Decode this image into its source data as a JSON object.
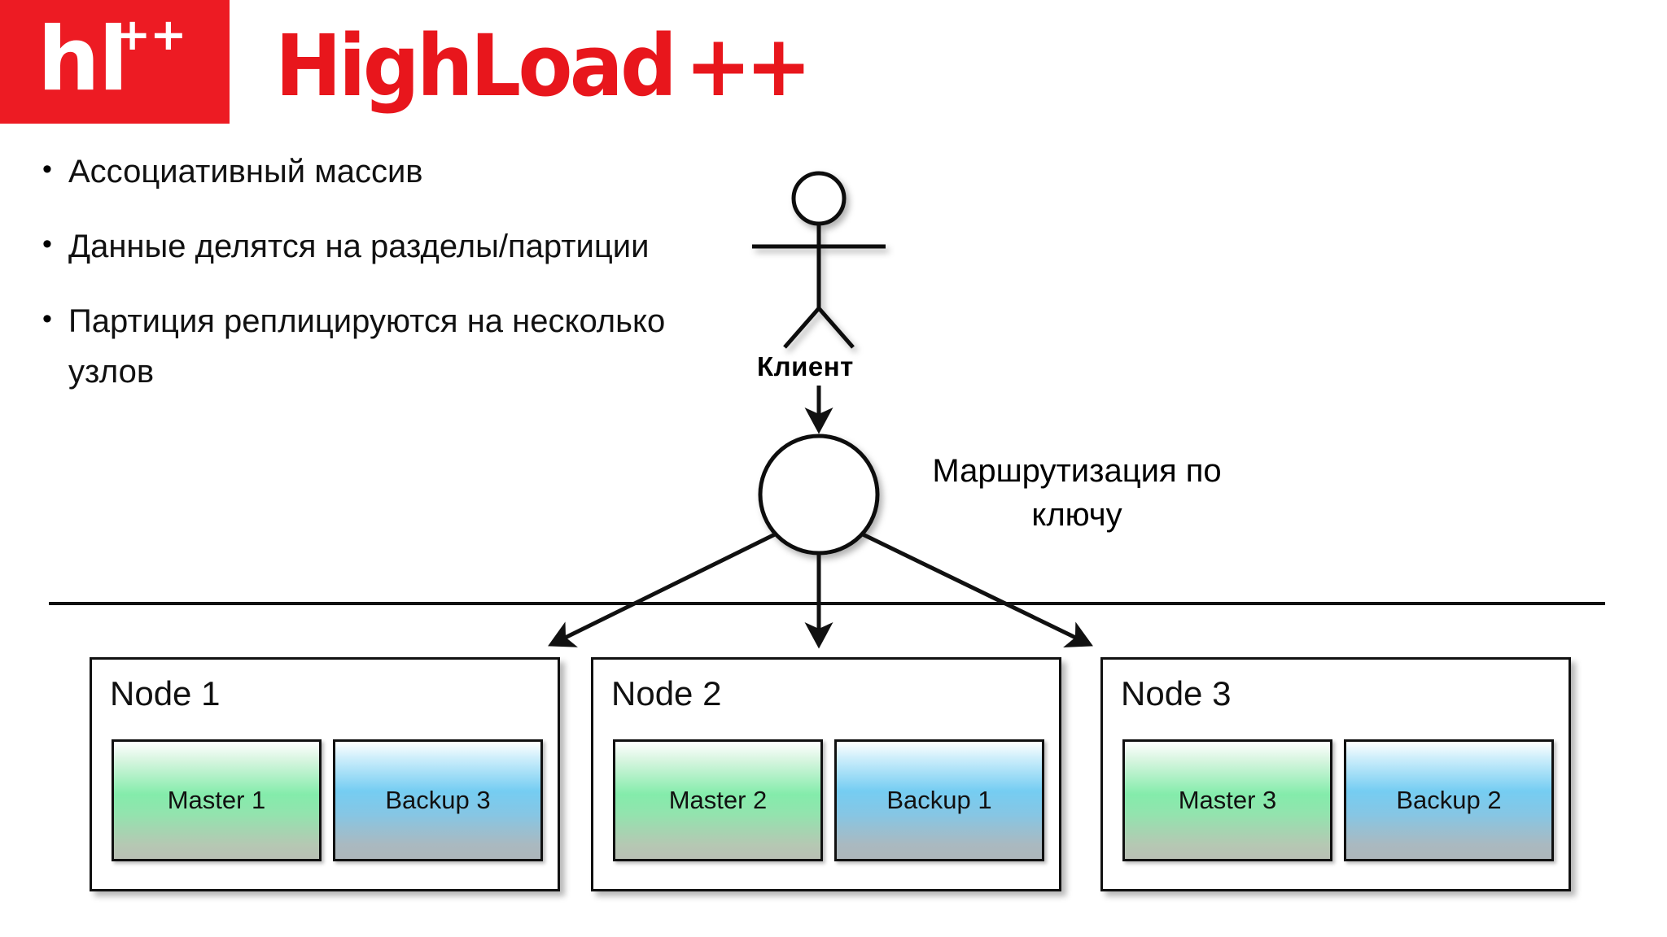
{
  "brand": {
    "badge_mark": "hl",
    "badge_plus": "++",
    "wordmark_main": "HighLoad",
    "wordmark_plus": "++",
    "red": "#ED1B23",
    "wordmark_red": "#E8161C"
  },
  "bullets": [
    {
      "marker": "•",
      "text": "Ассоциативный массив"
    },
    {
      "marker": "•",
      "text": "Данные делятся на разделы/партиции"
    },
    {
      "marker": "•",
      "text": "Партиция реплицируются на несколько узлов"
    }
  ],
  "diagram": {
    "client_label": "Клиент",
    "routing_label": "Маршрутизация по ключу",
    "nodes": [
      {
        "title": "Node 1",
        "master": "Master 1",
        "backup": "Backup 3"
      },
      {
        "title": "Node 2",
        "master": "Master 2",
        "backup": "Backup 1"
      },
      {
        "title": "Node 3",
        "master": "Master 3",
        "backup": "Backup 2"
      }
    ],
    "colors": {
      "master_fill": "#84ecab",
      "backup_fill": "#75cdf2",
      "stroke": "#111111"
    }
  }
}
